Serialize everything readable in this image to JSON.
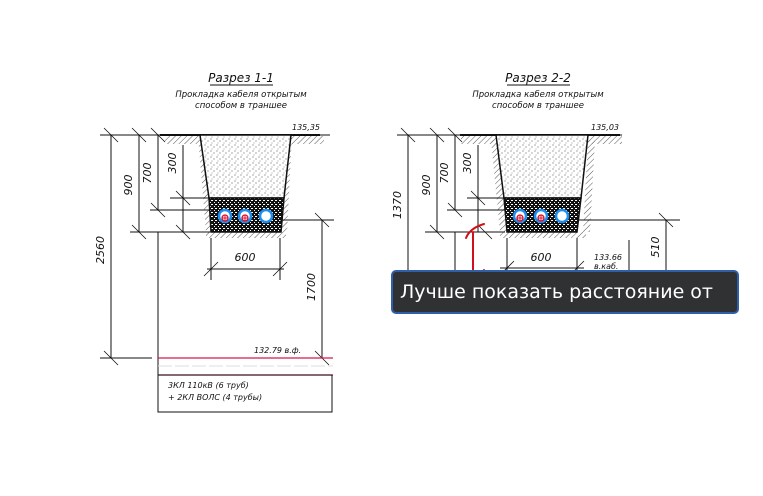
{
  "section_1": {
    "title": "Разрез 1-1",
    "subtitle_line1": "Прокладка кабеля открытым",
    "subtitle_line2": "способом в траншее",
    "ground_elevation": "135,35",
    "dim_900": "900",
    "dim_700": "700",
    "dim_300": "300",
    "dim_2560": "2560",
    "dim_600": "600",
    "dim_1700": "1700",
    "water_level": "132.79 в.ф.",
    "note_line1": "3КЛ 110кВ  (6 труб)",
    "note_line2": "+ 2КЛ ВОЛС (4 трубы)"
  },
  "section_2": {
    "title": "Разрез 2-2",
    "subtitle_line1": "Прокладка кабеля открытым",
    "subtitle_line2": "способом в траншее",
    "ground_elevation": "135,03",
    "dim_900": "900",
    "dim_700": "700",
    "dim_300": "300",
    "dim_1370": "1370",
    "dim_600": "600",
    "dim_510": "510",
    "cable_elevation_line1": "133.66",
    "cable_elevation_line2": "в.каб."
  },
  "comment_tooltip": {
    "text": "Лучше показать расстояние от"
  },
  "colors": {
    "line": "#111111",
    "pipe_blue": "#1e8ff0",
    "pipe_red": "#e0102a",
    "water_line": "#d8174a",
    "annotation_red": "#d0101a",
    "tooltip_bg": "#2f3133",
    "tooltip_border": "#2f5fa8"
  }
}
